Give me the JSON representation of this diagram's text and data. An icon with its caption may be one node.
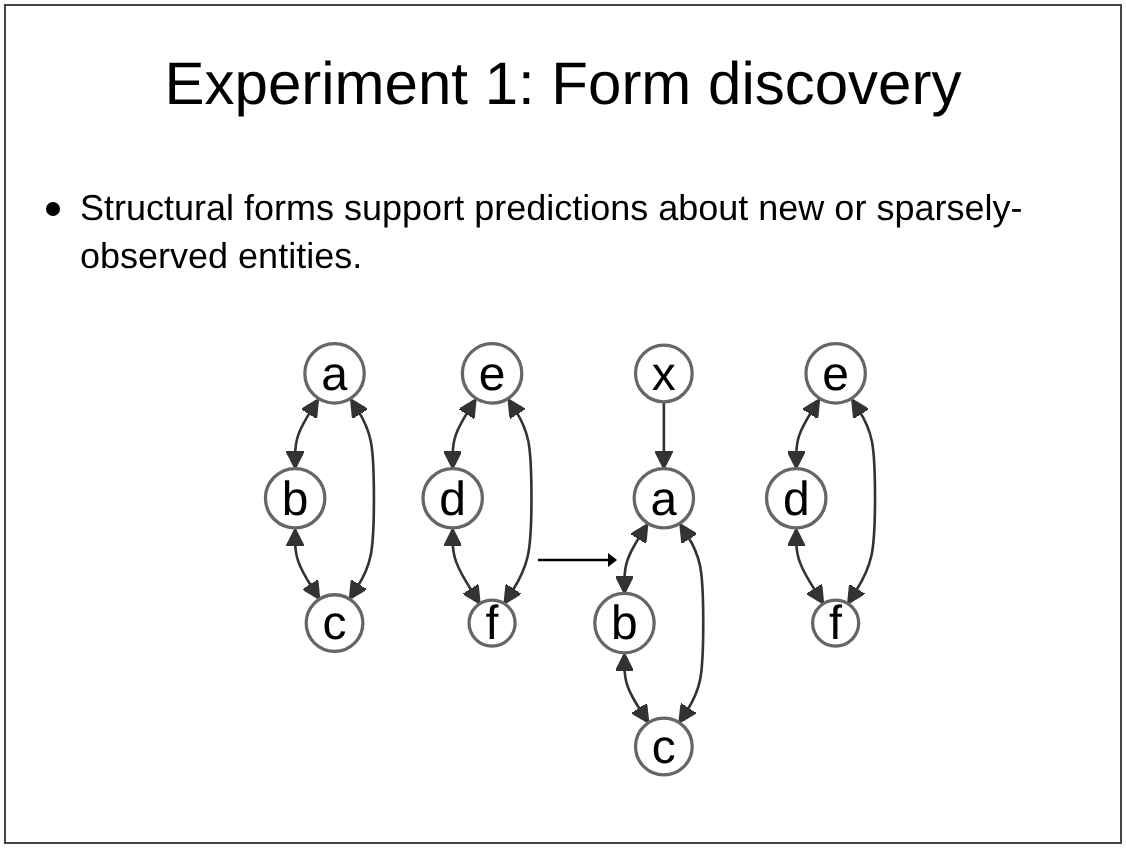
{
  "diagram": {
    "title": "Experiment 1: Form discovery",
    "nodes": [
      {
        "text": [
          "a"
        ]
      },
      {
        "text": [
          "b"
        ]
      },
      {
        "text": [
          "c"
        ]
      },
      {
        "text": [
          "e"
        ]
      },
      {
        "text": [
          "d"
        ]
      },
      {
        "text": [
          "f"
        ]
      },
      {
        "text": [
          "x"
        ]
      },
      {
        "text": [
          "a"
        ]
      },
      {
        "text": [
          "b"
        ]
      },
      {
        "text": [
          "c"
        ]
      },
      {
        "text": [
          "e"
        ]
      },
      {
        "text": [
          "d"
        ]
      },
      {
        "text": [
          "f"
        ]
      }
    ],
    "edges": [
      {
        "from": 0,
        "to": 1,
        "arrow": "both"
      },
      {
        "from": 0,
        "to": 2,
        "arrow": "both"
      },
      {
        "from": 1,
        "to": 2,
        "arrow": "both"
      },
      {
        "from": 3,
        "to": 4,
        "arrow": "both"
      },
      {
        "from": 3,
        "to": 5,
        "arrow": "both"
      },
      {
        "from": 4,
        "to": 5,
        "arrow": "both"
      },
      {
        "from": 6,
        "to": 7,
        "arrow": "to"
      },
      {
        "from": 7,
        "to": 8,
        "arrow": "both"
      },
      {
        "from": 7,
        "to": 9,
        "arrow": "both"
      },
      {
        "from": 8,
        "to": 9,
        "arrow": "both"
      },
      {
        "from": 10,
        "to": 11,
        "arrow": "both"
      },
      {
        "from": 10,
        "to": 12,
        "arrow": "both"
      },
      {
        "from": 11,
        "to": 12,
        "arrow": "both"
      }
    ],
    "labels": [
      "Structural forms support predictions about new or sparsely-observed entities."
    ]
  }
}
